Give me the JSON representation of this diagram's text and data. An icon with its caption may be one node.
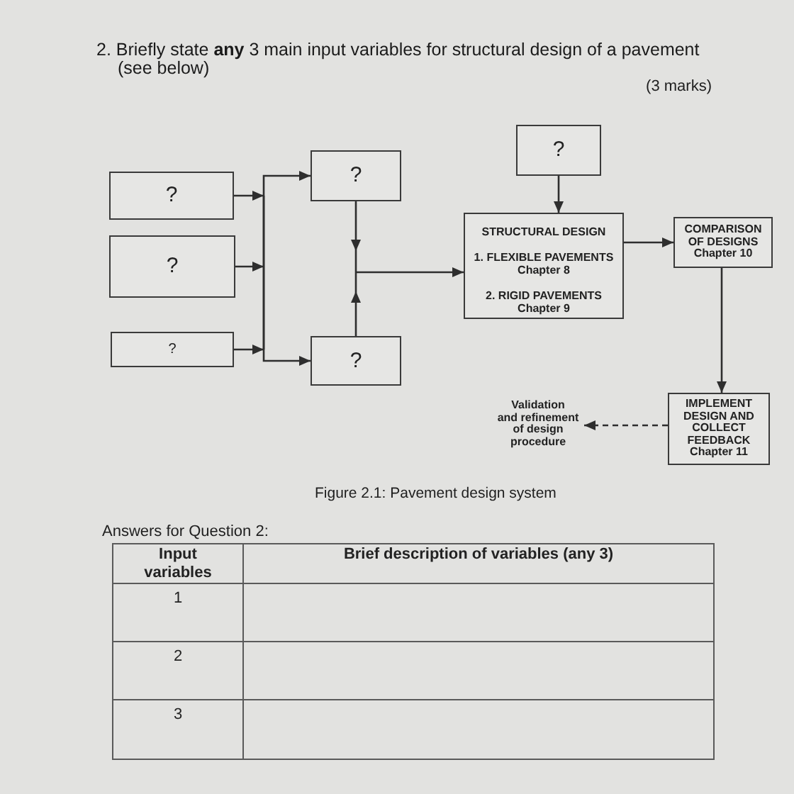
{
  "diagram": {
    "title": "2. Briefly state **any** 3 main input variables for structural design of a pavement (see below)",
    "caption": "Figure 2.1: Pavement design system",
    "nodes": [
      {
        "text": [
          "?"
        ]
      },
      {
        "text": [
          "?"
        ]
      },
      {
        "text": [
          "?"
        ]
      },
      {
        "text": [
          "?"
        ]
      },
      {
        "text": [
          "?"
        ]
      },
      {
        "text": [
          "?"
        ]
      },
      {
        "text": [
          "STRUCTURAL DESIGN",
          "1. FLEXIBLE PAVEMENTS Chapter 8",
          "2. RIGID PAVEMENTS Chapter 9"
        ]
      },
      {
        "text": [
          "COMPARISON OF DESIGNS Chapter 10"
        ]
      },
      {
        "text": [
          "IMPLEMENT DESIGN AND COLLECT FEEDBACK Chapter 11"
        ]
      },
      {
        "text": [
          "Validation and refinement of design procedure"
        ]
      }
    ],
    "edges": [
      {
        "from": 0,
        "to": 3,
        "arrow": "to"
      },
      {
        "from": 0,
        "to": 4,
        "arrow": "to"
      },
      {
        "from": 1,
        "to": 3,
        "arrow": "to"
      },
      {
        "from": 1,
        "to": 4,
        "arrow": "to"
      },
      {
        "from": 2,
        "to": 3,
        "arrow": "to"
      },
      {
        "from": 2,
        "to": 4,
        "arrow": "to"
      },
      {
        "from": 3,
        "to": 6,
        "arrow": "to"
      },
      {
        "from": 4,
        "to": 6,
        "arrow": "to"
      },
      {
        "from": 5,
        "to": 6,
        "arrow": "to"
      },
      {
        "from": 6,
        "to": 7,
        "arrow": "to"
      },
      {
        "from": 7,
        "to": 8,
        "arrow": "to"
      },
      {
        "from": 8,
        "to": 9,
        "arrow": "to",
        "style": "dashed"
      }
    ],
    "labels": [
      "(3 marks)",
      "Answers for Question 2:",
      "Input variables",
      "Brief description of variables (any 3)",
      "1",
      "2",
      "3"
    ]
  }
}
